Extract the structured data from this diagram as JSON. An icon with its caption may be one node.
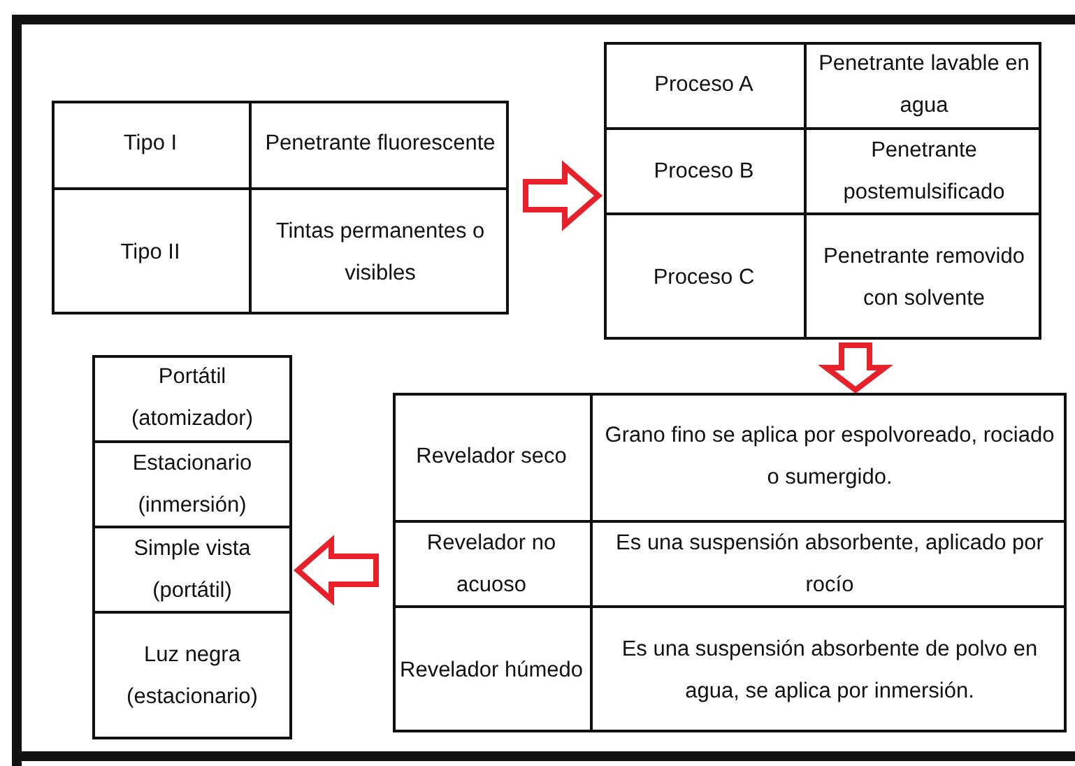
{
  "diagram": {
    "nodes": [
      {
        "text": [
          "Tipo I",
          "Penetrante fluorescente",
          "Tipo II",
          "Tintas permanentes o visibles"
        ]
      },
      {
        "text": [
          "Proceso A",
          "Penetrante lavable en agua",
          "Proceso B",
          "Penetrante postemulsificado",
          "Proceso C",
          "Penetrante removido con solvente"
        ]
      },
      {
        "text": [
          "Revelador seco",
          "Grano fino se aplica por espolvoreado, rociado o sumergido.",
          "Revelador no acuoso",
          "Es una suspensión absorbente, aplicado por rocío",
          "Revelador húmedo",
          "Es una suspensión absorbente de polvo en agua, se aplica por inmersión."
        ]
      },
      {
        "text": [
          "Portátil (atomizador)",
          "Estacionario (inmersión)",
          "Simple vista (portátil)",
          "Luz negra (estacionario)"
        ]
      }
    ],
    "edges": [
      {
        "from": 0,
        "to": 1,
        "arrow": "to",
        "color": "#e8202a"
      },
      {
        "from": 1,
        "to": 2,
        "arrow": "to",
        "color": "#e8202a"
      },
      {
        "from": 2,
        "to": 3,
        "arrow": "to",
        "color": "#e8202a"
      }
    ]
  }
}
